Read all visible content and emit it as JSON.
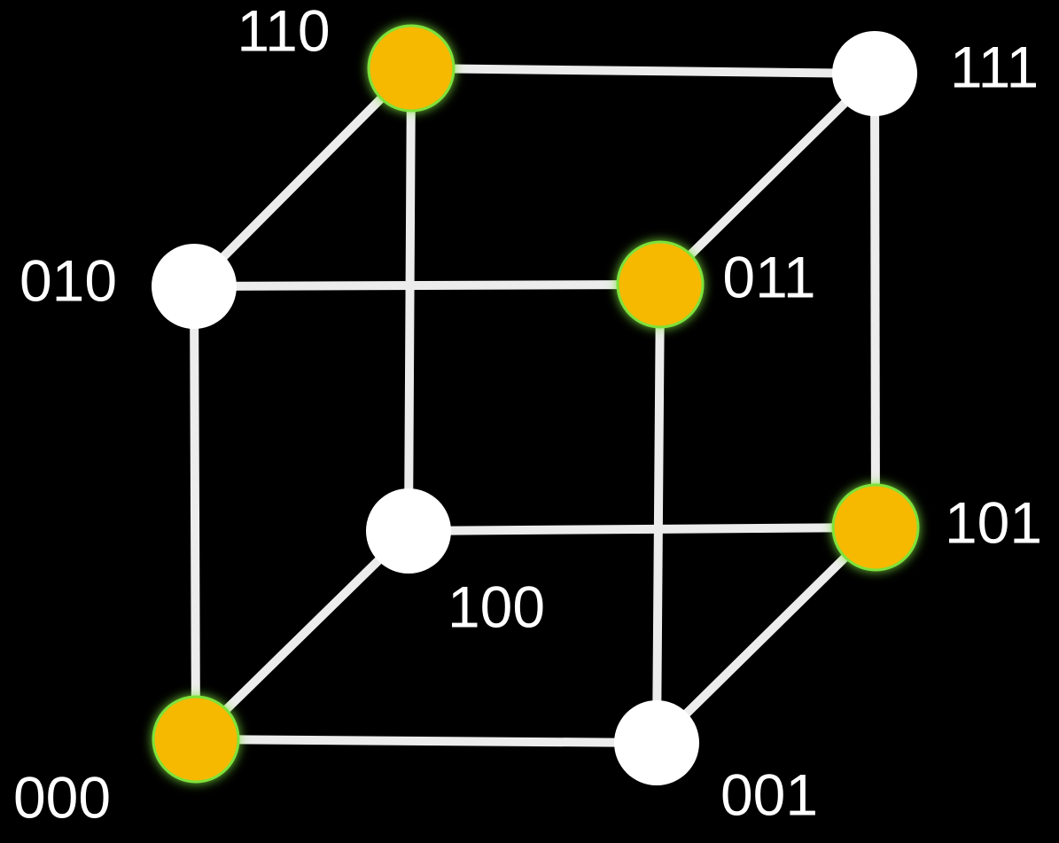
{
  "colors": {
    "background": "#000000",
    "edge": "#ececec",
    "node_white": "#ffffff",
    "node_highlight": "#f6b900",
    "glow": "#7ee23a",
    "label": "#ffffff"
  },
  "vertices": [
    {
      "id": "v000",
      "label": "000",
      "highlighted": true
    },
    {
      "id": "v001",
      "label": "001",
      "highlighted": false
    },
    {
      "id": "v010",
      "label": "010",
      "highlighted": false
    },
    {
      "id": "v011",
      "label": "011",
      "highlighted": true
    },
    {
      "id": "v100",
      "label": "100",
      "highlighted": false
    },
    {
      "id": "v101",
      "label": "101",
      "highlighted": true
    },
    {
      "id": "v110",
      "label": "110",
      "highlighted": true
    },
    {
      "id": "v111",
      "label": "111",
      "highlighted": false
    }
  ],
  "edges": [
    [
      "v000",
      "v001"
    ],
    [
      "v000",
      "v010"
    ],
    [
      "v000",
      "v100"
    ],
    [
      "v001",
      "v011"
    ],
    [
      "v001",
      "v101"
    ],
    [
      "v010",
      "v011"
    ],
    [
      "v010",
      "v110"
    ],
    [
      "v011",
      "v111"
    ],
    [
      "v100",
      "v101"
    ],
    [
      "v100",
      "v110"
    ],
    [
      "v101",
      "v111"
    ],
    [
      "v110",
      "v111"
    ]
  ]
}
